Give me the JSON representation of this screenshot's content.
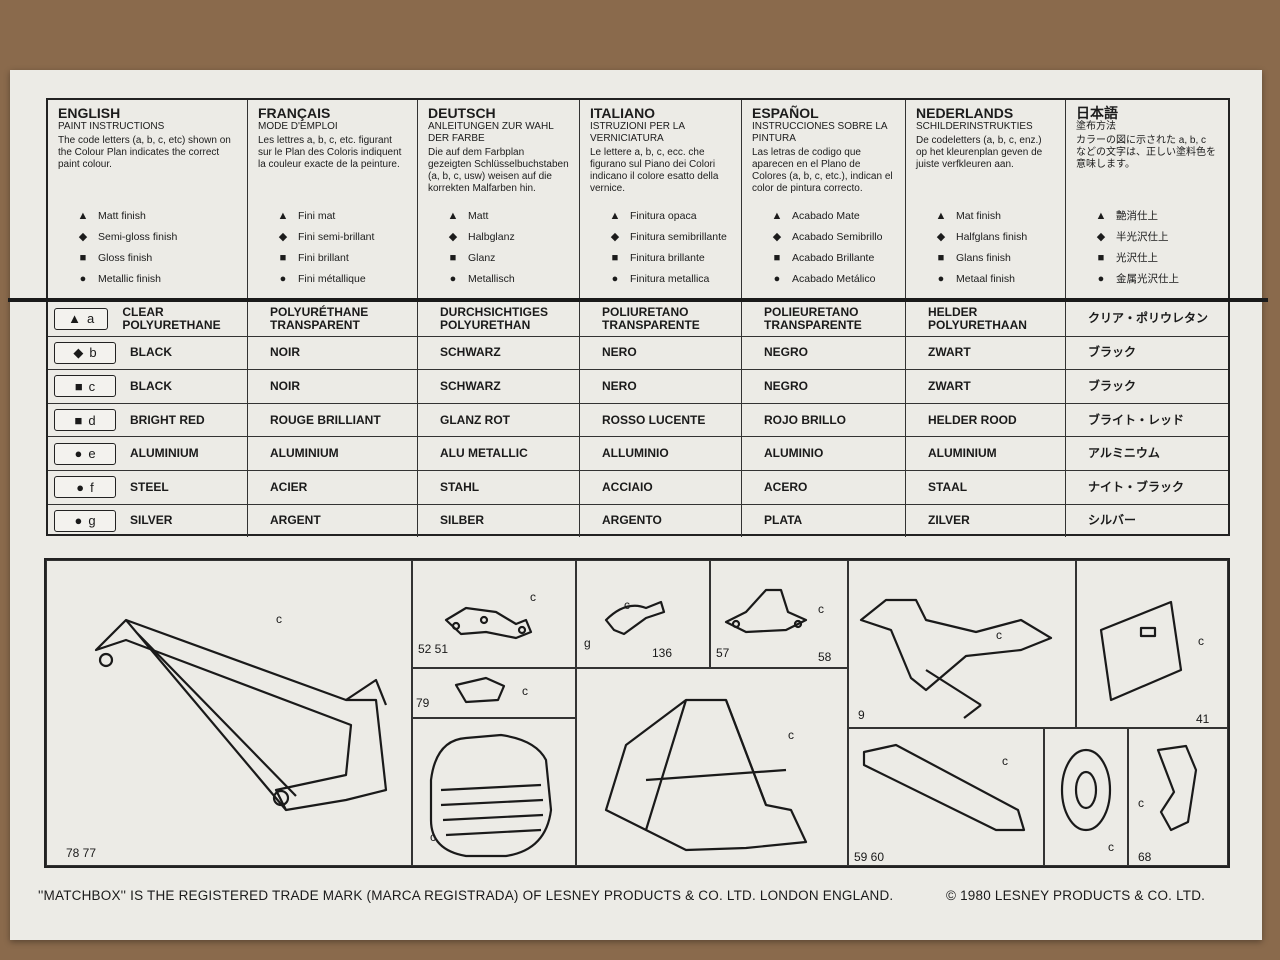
{
  "languages": [
    {
      "title": "ENGLISH",
      "subtitle": "PAINT INSTRUCTIONS",
      "desc": "The code letters (a, b, c, etc) shown on the Colour Plan indicates the correct paint colour.",
      "finishes": [
        "Matt finish",
        "Semi-gloss finish",
        "Gloss finish",
        "Metallic finish"
      ]
    },
    {
      "title": "FRANÇAIS",
      "subtitle": "MODE D'EMPLOI",
      "desc": "Les lettres a, b, c, etc. figurant sur le Plan des Coloris indiquent la couleur exacte de la peinture.",
      "finishes": [
        "Fini mat",
        "Fini semi-brillant",
        "Fini brillant",
        "Fini métallique"
      ]
    },
    {
      "title": "DEUTSCH",
      "subtitle": "ANLEITUNGEN ZUR WAHL DER FARBE",
      "desc": "Die auf dem Farbplan gezeigten Schlüsselbuchstaben (a, b, c, usw) weisen auf die korrekten Malfarben hin.",
      "finishes": [
        "Matt",
        "Halbglanz",
        "Glanz",
        "Metallisch"
      ]
    },
    {
      "title": "ITALIANO",
      "subtitle": "ISTRUZIONI PER LA VERNICIATURA",
      "desc": "Le lettere a, b, c, ecc. che figurano sul Piano dei Colori indicano il colore esatto della vernice.",
      "finishes": [
        "Finitura opaca",
        "Finitura semibrillante",
        "Finitura brillante",
        "Finitura metallica"
      ]
    },
    {
      "title": "ESPAÑOL",
      "subtitle": "INSTRUCCIONES SOBRE LA PINTURA",
      "desc": "Las letras de codigo que aparecen en el Plano de Colores (a, b, c, etc.), indican el color de pintura correcto.",
      "finishes": [
        "Acabado Mate",
        "Acabado Semibrillo",
        "Acabado Brillante",
        "Acabado Metálico"
      ]
    },
    {
      "title": "NEDERLANDS",
      "subtitle": "SCHILDERINSTRUKTIES",
      "desc": "De codeletters (a, b, c, enz.) op het kleurenplan geven de juiste verfkleuren aan.",
      "finishes": [
        "Mat finish",
        "Halfglans finish",
        "Glans finish",
        "Metaal finish"
      ]
    },
    {
      "title": "日本語",
      "subtitle": "塗布方法",
      "desc": "カラーの図に示された a, b, c などの文字は、正しい塗料色を意味します。",
      "finishes": [
        "艶消仕上",
        "半光沢仕上",
        "光沢仕上",
        "金属光沢仕上"
      ]
    }
  ],
  "finish_symbols": [
    "▲",
    "◆",
    "■",
    "●"
  ],
  "paint_rows": [
    {
      "sym": "▲",
      "code": "a",
      "names": [
        "CLEAR POLYURETHANE",
        "POLYURÉTHANE TRANSPARENT",
        "DURCHSICHTIGES POLYURETHAN",
        "POLIURETANO TRANSPARENTE",
        "POLIEURETANO TRANSPARENTE",
        "HELDER POLYURETHAAN",
        "クリア・ポリウレタン"
      ]
    },
    {
      "sym": "◆",
      "code": "b",
      "names": [
        "BLACK",
        "NOIR",
        "SCHWARZ",
        "NERO",
        "NEGRO",
        "ZWART",
        "ブラック"
      ]
    },
    {
      "sym": "■",
      "code": "c",
      "names": [
        "BLACK",
        "NOIR",
        "SCHWARZ",
        "NERO",
        "NEGRO",
        "ZWART",
        "ブラック"
      ]
    },
    {
      "sym": "■",
      "code": "d",
      "names": [
        "BRIGHT RED",
        "ROUGE BRILLIANT",
        "GLANZ ROT",
        "ROSSO LUCENTE",
        "ROJO BRILLO",
        "HELDER ROOD",
        "ブライト・レッド"
      ]
    },
    {
      "sym": "●",
      "code": "e",
      "names": [
        "ALUMINIUM",
        "ALUMINIUM",
        "ALU METALLIC",
        "ALLUMINIO",
        "ALUMINIO",
        "ALUMINIUM",
        "アルミニウム"
      ]
    },
    {
      "sym": "●",
      "code": "f",
      "names": [
        "STEEL",
        "ACIER",
        "STAHL",
        "ACCIAIO",
        "ACERO",
        "STAAL",
        "ナイト・ブラック"
      ]
    },
    {
      "sym": "●",
      "code": "g",
      "names": [
        "SILVER",
        "ARGENT",
        "SILBER",
        "ARGENTO",
        "PLATA",
        "ZILVER",
        "シルバー"
      ]
    }
  ],
  "part_labels": {
    "frame": "c",
    "frame_nums": "78  77",
    "bracket": "c",
    "bracket_nums": "52  51",
    "lever": "c",
    "lever_g": "g",
    "lever_num": "136",
    "clamp": "c",
    "clamp_n1": "57",
    "clamp_n2": "58",
    "block": "c",
    "block_num": "79",
    "engine": "c",
    "swingarm": "c",
    "fork": "c",
    "fork_num": "9",
    "plate": "c",
    "plate_num": "41",
    "guard": "c",
    "guard_nums": "59  60",
    "wheel": "c",
    "bracket2": "c",
    "bracket2_num": "68"
  },
  "footer": {
    "trademark": "''MATCHBOX'' IS THE REGISTERED TRADE MARK (MARCA REGISTRADA) OF LESNEY PRODUCTS & CO. LTD. LONDON ENGLAND.",
    "copyright": "© 1980 LESNEY PRODUCTS & CO. LTD."
  }
}
